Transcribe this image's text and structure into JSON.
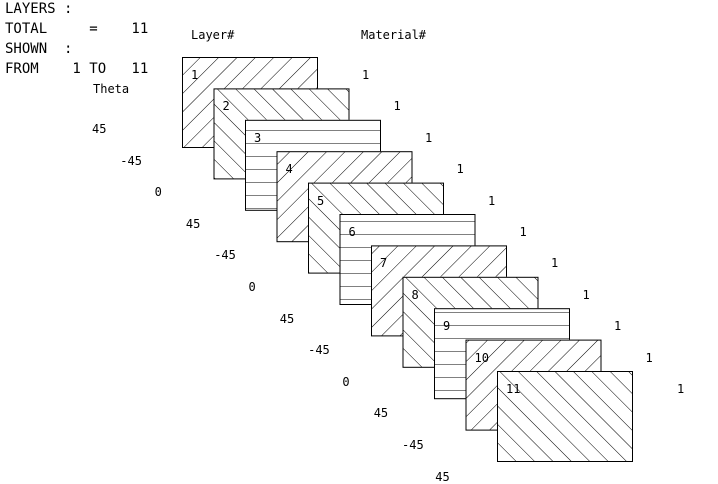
{
  "summary": {
    "layers": "LAYERS :",
    "total": "TOTAL     =    11",
    "shown": "SHOWN  :",
    "from": "FROM    1 TO   11"
  },
  "headers": {
    "theta": "Theta",
    "layer": "Layer#",
    "material": "Material#"
  },
  "layers": [
    {
      "number": "1",
      "theta": "45",
      "material": "1"
    },
    {
      "number": "2",
      "theta": "-45",
      "material": "1"
    },
    {
      "number": "3",
      "theta": "0",
      "material": "1"
    },
    {
      "number": "4",
      "theta": "45",
      "material": "1"
    },
    {
      "number": "5",
      "theta": "-45",
      "material": "1"
    },
    {
      "number": "6",
      "theta": "0",
      "material": "1"
    },
    {
      "number": "7",
      "theta": "45",
      "material": "1"
    },
    {
      "number": "8",
      "theta": "-45",
      "material": "1"
    },
    {
      "number": "9",
      "theta": "0",
      "material": "1"
    },
    {
      "number": "10",
      "theta": "45",
      "material": "1"
    },
    {
      "number": "11",
      "theta": "-45",
      "material": "1"
    }
  ],
  "extra_theta": "45"
}
